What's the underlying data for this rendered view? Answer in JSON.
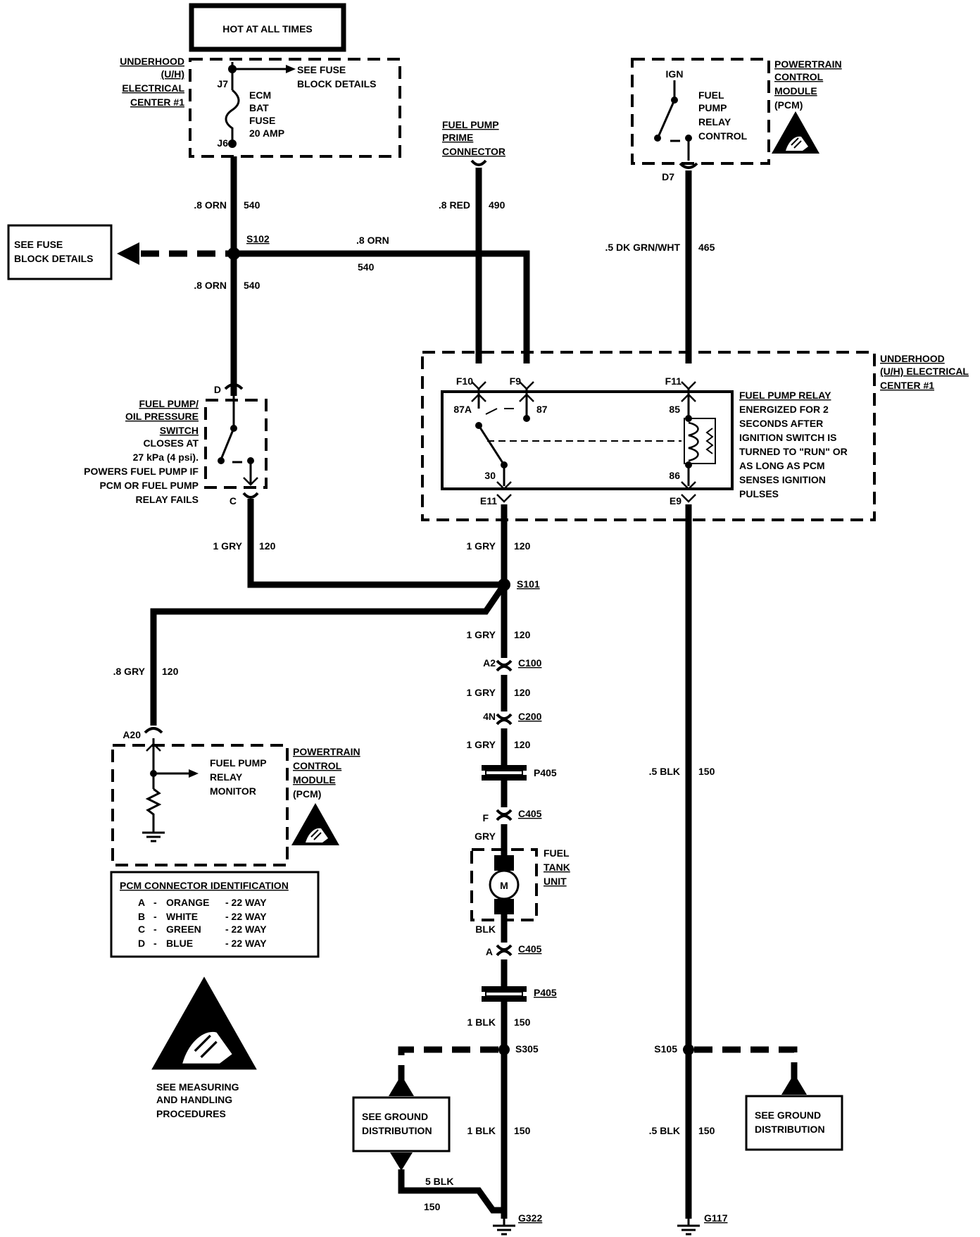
{
  "hot_label": "HOT AT ALL TIMES",
  "uh_center_left": [
    "UNDERHOOD",
    "(U/H)",
    "ELECTRICAL",
    "CENTER #1"
  ],
  "pins": {
    "j7": "J7",
    "j6": "J6",
    "d": "D",
    "c": "C",
    "d7": "D7",
    "f10": "F10",
    "f9": "F9",
    "f11": "F11",
    "e11": "E11",
    "e9": "E9",
    "a20": "A20",
    "a2": "A2",
    "n4": "4N",
    "f": "F",
    "a": "A"
  },
  "see_fuse_top": [
    "SEE FUSE",
    "BLOCK DETAILS"
  ],
  "ecm_fuse": [
    "ECM",
    "BAT",
    "FUSE",
    "20 AMP"
  ],
  "see_fuse_left": [
    "SEE FUSE",
    "BLOCK DETAILS"
  ],
  "splices": {
    "s102": "S102",
    "s101": "S101",
    "s305": "S305",
    "s105": "S105"
  },
  "wires": {
    "orn_a": ".8 ORN",
    "n540_a": "540",
    "orn_b": ".8 ORN",
    "n540_b": "540",
    "orn_c": ".8 ORN",
    "n540_c": "540",
    "red": ".8 RED",
    "n490": "490",
    "dkgrn": ".5 DK GRN/WHT",
    "n465": "465",
    "grya": "1 GRY",
    "n120a": "120",
    "gryb": "1 GRY",
    "n120b": "120",
    "gryc": "1 GRY",
    "n120c": "120",
    "gryd": "1 GRY",
    "n120d": "120",
    "grye": "1 GRY",
    "n120e": "120",
    "gry8": ".8 GRY",
    "n120f": "120",
    "blk5a": ".5 BLK",
    "n150a": "150",
    "gry": "GRY",
    "blk": "BLK",
    "blk1a": "1 BLK",
    "n150b": "150",
    "blk1b": "1 BLK",
    "n150c": "150",
    "blk5b": "5 BLK",
    "n150d": "150",
    "blk5c": ".5 BLK",
    "n150e": "150"
  },
  "prime_connector": [
    "FUEL PUMP",
    "PRIME",
    "CONNECTOR"
  ],
  "pcm_top": {
    "title": [
      "POWERTRAIN",
      "CONTROL",
      "MODULE",
      "(PCM)"
    ],
    "ign": "IGN",
    "desc": [
      "FUEL",
      "PUMP",
      "RELAY",
      "CONTROL"
    ]
  },
  "oil_switch": [
    "FUEL PUMP/",
    "OIL PRESSURE",
    "SWITCH",
    "CLOSES AT",
    "27 kPa (4 psi).",
    "POWERS FUEL PUMP IF",
    "PCM OR FUEL PUMP",
    "RELAY FAILS"
  ],
  "uh_center_right": [
    "UNDERHOOD",
    "(U/H) ELECTRICAL",
    "CENTER #1"
  ],
  "relay": {
    "p87a": "87A",
    "p87": "87",
    "p85": "85",
    "p86": "86",
    "p30": "30",
    "desc": [
      "FUEL PUMP RELAY",
      "ENERGIZED FOR 2",
      "SECONDS AFTER",
      "IGNITION SWITCH IS",
      "TURNED TO \"RUN\" OR",
      "AS LONG AS PCM",
      "SENSES IGNITION",
      "PULSES"
    ]
  },
  "connectors": {
    "c100": "C100",
    "c200": "C200",
    "p405a": "P405",
    "c405a": "C405",
    "c405b": "C405",
    "p405b": "P405"
  },
  "motor": "M",
  "fuel_tank": [
    "FUEL",
    "TANK",
    "UNIT"
  ],
  "pcm_bottom": {
    "title": [
      "POWERTRAIN",
      "CONTROL",
      "MODULE",
      "(PCM)"
    ],
    "desc": [
      "FUEL PUMP",
      "RELAY",
      "MONITOR"
    ]
  },
  "pcm_conn_table": {
    "title": "PCM CONNECTOR IDENTIFICATION",
    "rows": [
      {
        "letter": "A",
        "dash": "-",
        "color": "ORANGE",
        "way": "- 22 WAY"
      },
      {
        "letter": "B",
        "dash": "-",
        "color": "WHITE",
        "way": "- 22 WAY"
      },
      {
        "letter": "C",
        "dash": "-",
        "color": "GREEN",
        "way": "- 22 WAY"
      },
      {
        "letter": "D",
        "dash": "-",
        "color": "BLUE",
        "way": "- 22 WAY"
      }
    ]
  },
  "esd_note": [
    "SEE MEASURING",
    "AND HANDLING",
    "PROCEDURES"
  ],
  "ground_dist_left": [
    "SEE GROUND",
    "DISTRIBUTION"
  ],
  "ground_dist_right": [
    "SEE GROUND",
    "DISTRIBUTION"
  ],
  "grounds": {
    "g322": "G322",
    "g117": "G117"
  },
  "icons": [
    "esd-warning-icon",
    "ground-icon",
    "motor-icon",
    "arrow-icon"
  ]
}
